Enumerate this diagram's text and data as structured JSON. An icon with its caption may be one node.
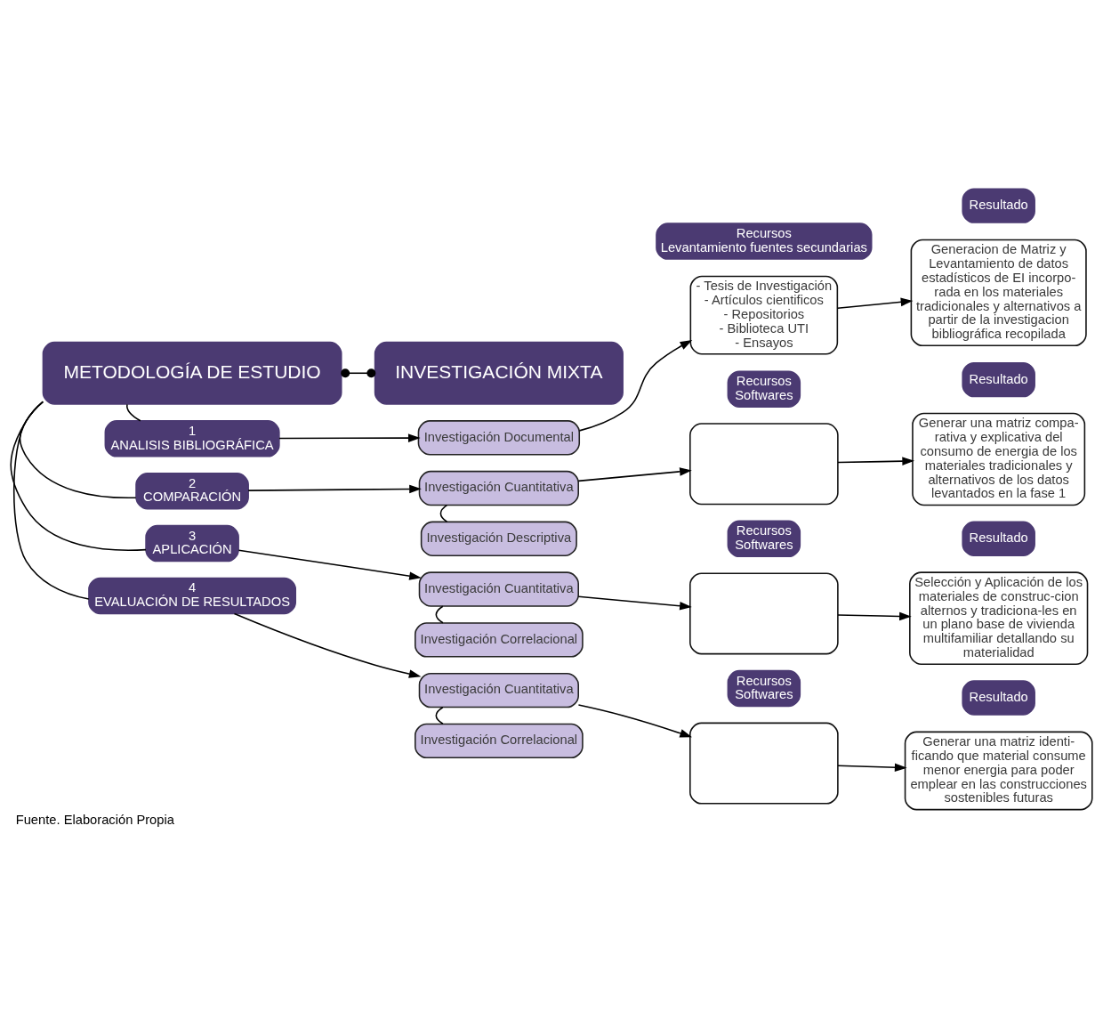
{
  "diagram": {
    "caption": "Fuente. Elaboración Propia",
    "nodes": [
      {
        "text": [
          "METODOLOGÍA DE ESTUDIO"
        ]
      },
      {
        "text": [
          "INVESTIGACIÓN MIXTA"
        ]
      },
      {
        "text": [
          "1",
          "ANALISIS BIBLIOGRÁFICA"
        ]
      },
      {
        "text": [
          "Investigación Documental"
        ]
      },
      {
        "text": [
          "Recursos",
          "Levantamiento fuentes secundarias"
        ]
      },
      {
        "text": [
          "- Tesis de Investigación",
          "- Artículos cientificos",
          "- Repositorios",
          "- Biblioteca UTI",
          "- Ensayos"
        ]
      },
      {
        "text": [
          "Resultado"
        ]
      },
      {
        "text": [
          "Generacion de Matriz y Levantamiento de datos estadísticos de EI incorpo-rada en los materiales tradicionales y alternativos a partir de la investigacion bibliográfica recopilada"
        ]
      },
      {
        "text": [
          "2",
          "COMPARACIÓN"
        ]
      },
      {
        "text": [
          "Investigación Cuantitativa"
        ]
      },
      {
        "text": [
          "Investigación Descriptiva"
        ]
      },
      {
        "text": [
          "Recursos",
          "Softwares"
        ]
      },
      {
        "text": [],
        "shape": "box"
      },
      {
        "text": [
          "Resultado"
        ]
      },
      {
        "text": [
          "Generar una matriz compa-rativa y explicativa del consumo de energia de los materiales tradicionales y alternativos de los datos levantados en la fase 1"
        ]
      },
      {
        "text": [
          "3",
          "APLICACIÓN"
        ]
      },
      {
        "text": [
          "Investigación Cuantitativa"
        ]
      },
      {
        "text": [
          "Investigación Correlacional"
        ]
      },
      {
        "text": [
          "Recursos",
          "Softwares"
        ]
      },
      {
        "text": [],
        "shape": "box"
      },
      {
        "text": [
          "Resultado"
        ]
      },
      {
        "text": [
          "Selección y Aplicación de los materiales de construc-cion alternos y tradiciona-les en un plano base de vivienda multifamiliar detallando su materialidad"
        ]
      },
      {
        "text": [
          "4",
          "EVALUACIÓN DE RESULTADOS"
        ]
      },
      {
        "text": [
          "Investigación Cuantitativa"
        ]
      },
      {
        "text": [
          "Investigación Correlacional"
        ]
      },
      {
        "text": [
          "Recursos",
          "Softwares"
        ]
      },
      {
        "text": [],
        "shape": "box"
      },
      {
        "text": [
          "Resultado"
        ]
      },
      {
        "text": [
          "Generar una matriz identi-ficando que material consume menor energia para poder emplear en las construcciones sostenibles futuras"
        ]
      }
    ],
    "edges": [
      {
        "from": 0,
        "to": 1,
        "arrow": "other"
      },
      {
        "from": 0,
        "to": 2,
        "arrow": "none"
      },
      {
        "from": 2,
        "to": 3,
        "arrow": "to"
      },
      {
        "from": 3,
        "to": 5,
        "arrow": "to"
      },
      {
        "from": 5,
        "to": 7,
        "arrow": "to"
      },
      {
        "from": 0,
        "to": 8,
        "arrow": "none"
      },
      {
        "from": 8,
        "to": 9,
        "arrow": "to"
      },
      {
        "from": 9,
        "to": 10,
        "arrow": "none"
      },
      {
        "from": 9,
        "to": 12,
        "arrow": "to"
      },
      {
        "from": 12,
        "to": 14,
        "arrow": "to"
      },
      {
        "from": 0,
        "to": 15,
        "arrow": "none"
      },
      {
        "from": 15,
        "to": 16,
        "arrow": "to"
      },
      {
        "from": 16,
        "to": 17,
        "arrow": "none"
      },
      {
        "from": 16,
        "to": 19,
        "arrow": "to"
      },
      {
        "from": 19,
        "to": 21,
        "arrow": "to"
      },
      {
        "from": 0,
        "to": 22,
        "arrow": "none"
      },
      {
        "from": 22,
        "to": 23,
        "arrow": "to"
      },
      {
        "from": 23,
        "to": 24,
        "arrow": "none"
      },
      {
        "from": 23,
        "to": 26,
        "arrow": "to"
      },
      {
        "from": 26,
        "to": 28,
        "arrow": "to"
      }
    ]
  }
}
